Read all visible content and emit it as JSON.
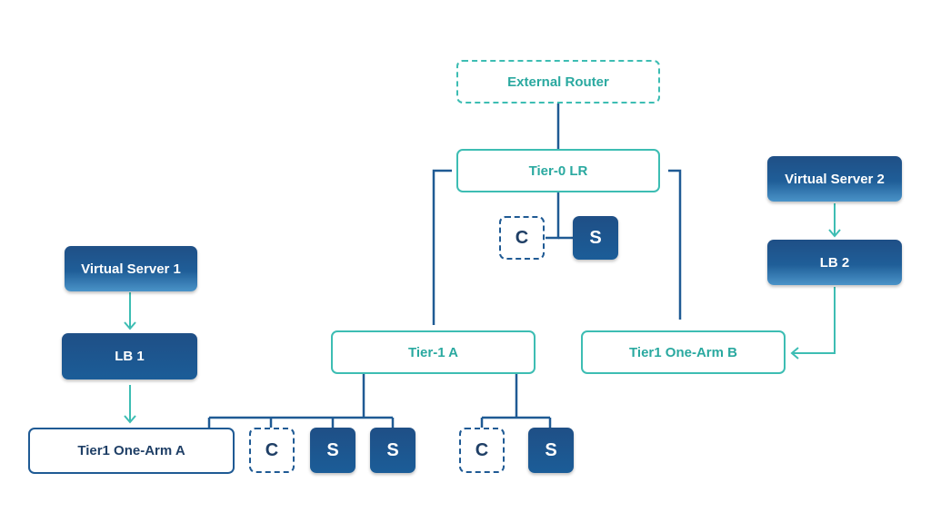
{
  "nodes": {
    "external_router": "External Router",
    "tier0": "Tier-0 LR",
    "tier1a": "Tier-1 A",
    "tier1_onearm_b": "Tier1 One-Arm B",
    "tier1_onearm_a": "Tier1 One-Arm A",
    "virtual_server_1": "Virtual Server 1",
    "virtual_server_2": "Virtual Server 2",
    "lb1": "LB 1",
    "lb2": "LB 2",
    "c_label": "C",
    "s_label": "S"
  },
  "colors": {
    "teal": "#3dbdb3",
    "navy": "#1f5a94",
    "navy_dark": "#1f4f86"
  }
}
